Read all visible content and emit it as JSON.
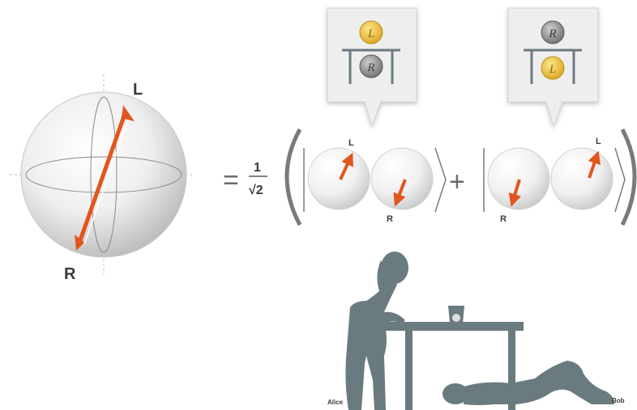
{
  "sphere": {
    "label_top": "L",
    "label_bottom": "R"
  },
  "equation": {
    "equals": "=",
    "frac_numerator": "1",
    "frac_denominator": "√2",
    "plus": "+"
  },
  "state_left": {
    "label_top": "L",
    "label_bottom": "R"
  },
  "state_right": {
    "label_top": "L",
    "label_bottom": "R"
  },
  "coin_left_callout": {
    "top_coin_letter": "L",
    "bottom_coin_letter": "R"
  },
  "coin_right_callout": {
    "top_coin_letter": "R",
    "bottom_coin_letter": "L"
  },
  "scene": {
    "person_left": "Alice",
    "person_right": "Bob"
  },
  "colors": {
    "arrow": "#e2551c",
    "silhouette": "#6a7b80",
    "gold_coin": "#f0c33c",
    "grey_coin": "#9a9a9a",
    "text": "#3a3a3a"
  }
}
